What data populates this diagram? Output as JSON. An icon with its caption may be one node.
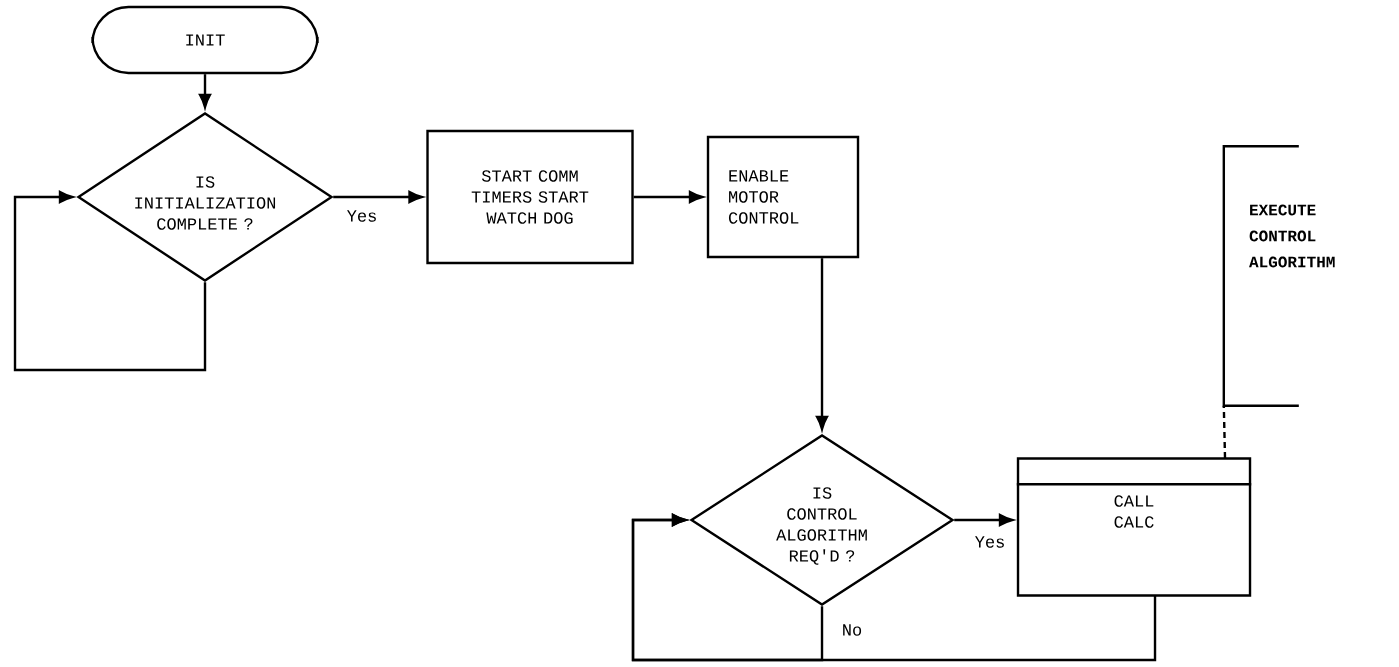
{
  "diagram": {
    "nodes": [
      {
        "text": [
          "INIT"
        ]
      },
      {
        "text": [
          "IS INITIALIZATION COMPLETE ?"
        ]
      },
      {
        "text": [
          "START COMM TIMERS START WATCH DOG"
        ]
      },
      {
        "text": [
          "ENABLE MOTOR CONTROL"
        ]
      },
      {
        "text": [
          "EXECUTE CONTROL ALGORITHM"
        ]
      },
      {
        "text": [
          "IS CONTROL ALGORITHM REQ'D ?"
        ]
      },
      {
        "text": [
          "CALL CALC"
        ]
      }
    ],
    "edges": [
      {
        "from": 0,
        "to": 1,
        "arrow": "to"
      },
      {
        "from": 1,
        "to": 1,
        "arrow": "to"
      },
      {
        "from": 1,
        "to": 2,
        "arrow": "to",
        "label": "Yes"
      },
      {
        "from": 2,
        "to": 3,
        "arrow": "to"
      },
      {
        "from": 3,
        "to": 5,
        "arrow": "to"
      },
      {
        "from": 5,
        "to": 6,
        "arrow": "to",
        "label": "Yes"
      },
      {
        "from": 5,
        "to": 5,
        "arrow": "to",
        "label": "No"
      },
      {
        "from": 6,
        "to": 5,
        "arrow": "to"
      },
      {
        "from": 6,
        "to": 4,
        "arrow": "none",
        "style": "dashed"
      }
    ]
  }
}
